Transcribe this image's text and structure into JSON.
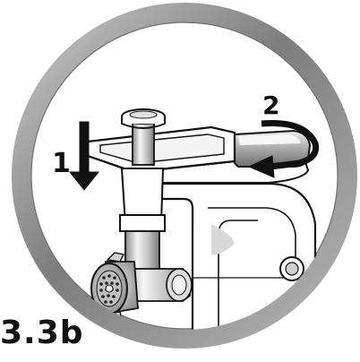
{
  "labels": {
    "step_down": "1",
    "step_rotate": "2",
    "figure_number": "3.3b"
  },
  "colors": {
    "ring_outer": "#8a8a8a",
    "ring_inner": "#d9d9d9",
    "background": "#ffffff",
    "line": "#111111",
    "metal_light": "#e6e6e6",
    "metal_dark": "#9a9a9a",
    "arrow": "#111111"
  }
}
